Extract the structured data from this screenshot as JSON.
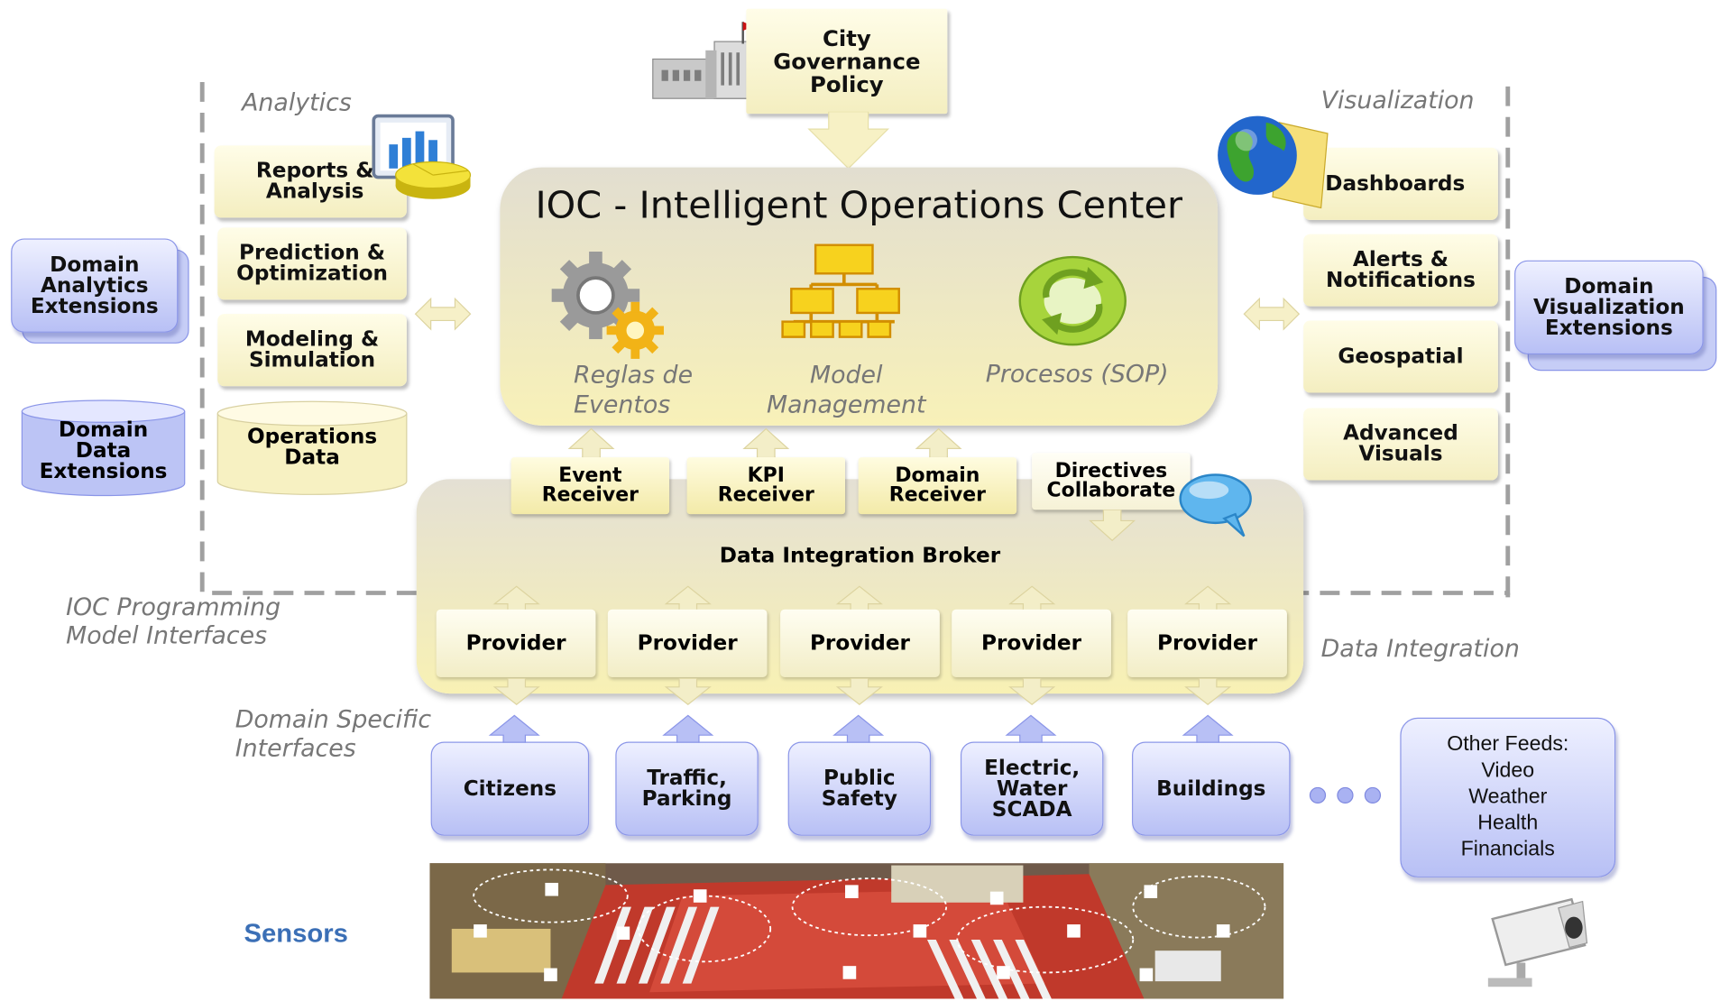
{
  "policy": {
    "label": "City\nGovernance\nPolicy"
  },
  "ioc": {
    "title": "IOC - Intelligent Operations Center",
    "components": [
      "Reglas de\nEventos",
      "Model\nManagement",
      "Procesos  (SOP)"
    ]
  },
  "analytics": {
    "label": "Analytics",
    "items": [
      "Reports &\nAnalysis",
      "Prediction &\nOptimization",
      "Modeling &\nSimulation",
      "Operations\nData"
    ]
  },
  "visualization": {
    "label": "Visualization",
    "items": [
      "Dashboards",
      "Alerts &\nNotifications",
      "Geospatial",
      "Advanced\nVisuals"
    ]
  },
  "extensions": {
    "analytics": "Domain\nAnalytics\nExtensions",
    "data": "Domain\nData\nExtensions",
    "visualization": "Domain\nVisualization\nExtensions"
  },
  "receivers": [
    "Event\nReceiver",
    "KPI\nReceiver",
    "Domain\nReceiver",
    "Directives\nCollaborate"
  ],
  "broker": {
    "label": "Data Integration Broker"
  },
  "providers": [
    "Provider",
    "Provider",
    "Provider",
    "Provider",
    "Provider"
  ],
  "labels": {
    "programming": "IOC Programming\nModel Interfaces",
    "data_integration": "Data Integration",
    "domain_specific": "Domain Specific\nInterfaces",
    "sensors": "Sensors"
  },
  "domains": [
    "Citizens",
    "Traffic,\nParking",
    "Public\nSafety",
    "Electric,\nWater\nSCADA",
    "Buildings"
  ],
  "other_feeds": {
    "label": "Other Feeds:\nVideo\nWeather\nHealth\nFinancials"
  },
  "colors": {
    "cream": "#f6f1c8",
    "blue": "#c4cbf7",
    "sensors": "#3b6fb6",
    "dash": "#999999"
  }
}
